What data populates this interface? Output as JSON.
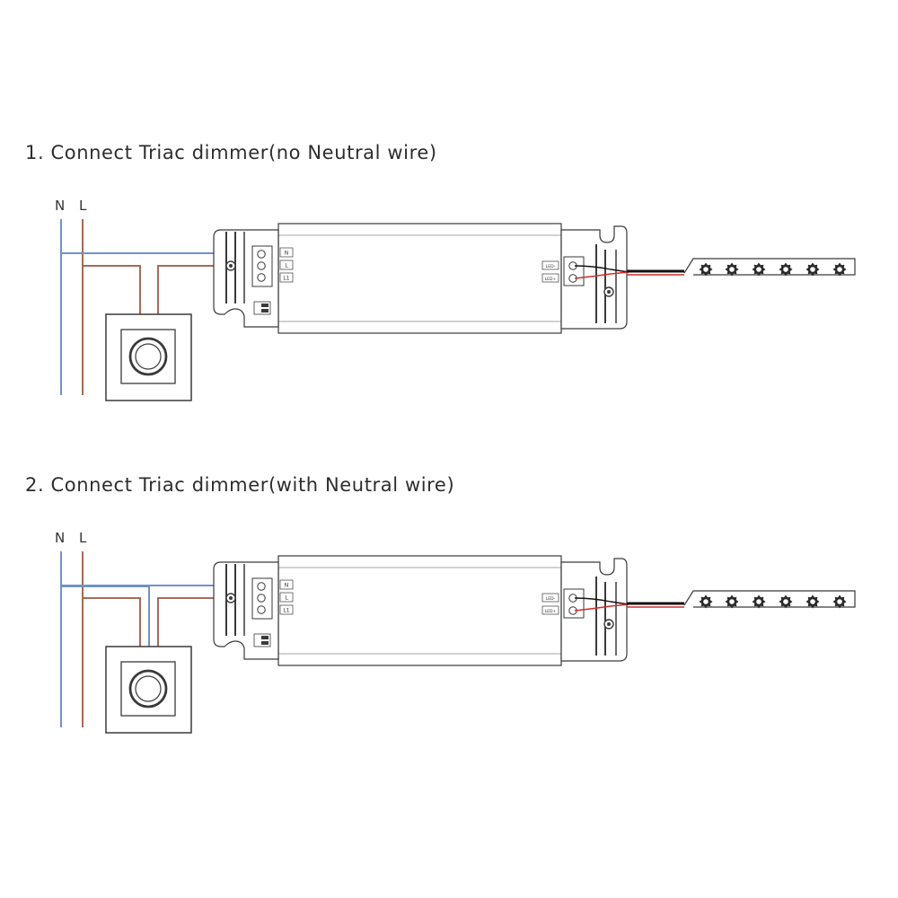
{
  "diagrams": [
    {
      "title": "1. Connect Triac dimmer(no Neutral wire)",
      "line_n": "N",
      "line_l": "L",
      "input_terminals": [
        "N",
        "L",
        "L1"
      ],
      "output_terminals": [
        "LED-",
        "LED+"
      ],
      "neutral_to_dimmer": false
    },
    {
      "title": "2. Connect Triac dimmer(with Neutral wire)",
      "line_n": "N",
      "line_l": "L",
      "input_terminals": [
        "N",
        "L",
        "L1"
      ],
      "output_terminals": [
        "LED-",
        "LED+"
      ],
      "neutral_to_dimmer": true
    }
  ],
  "colors": {
    "neutral_wire": "#6f93c6",
    "live_wire": "#a86a55",
    "red_wire": "#d22a2a",
    "outline": "#3a3a3a",
    "led": "#2a2a2a"
  }
}
